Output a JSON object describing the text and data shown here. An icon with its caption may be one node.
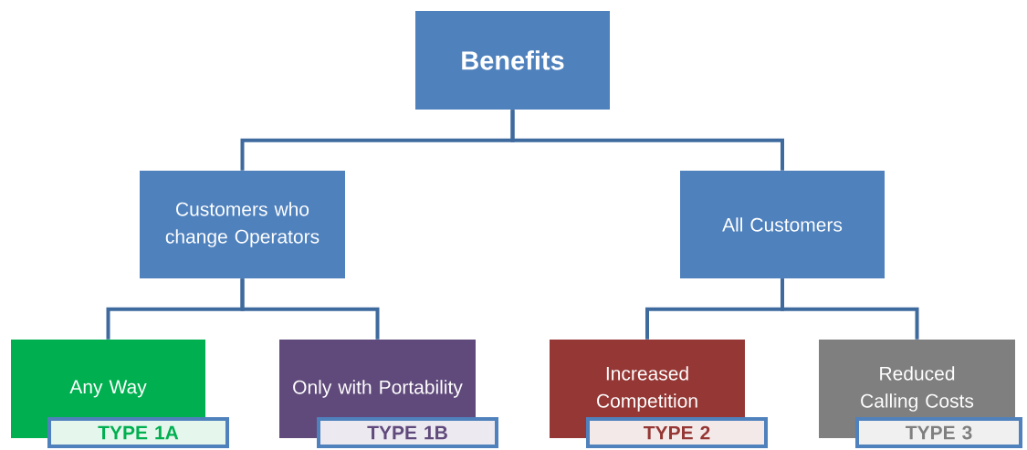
{
  "diagram": {
    "nodes": [
      {
        "text": [
          "Benefits"
        ]
      },
      {
        "text": [
          "Customers who change Operators"
        ]
      },
      {
        "text": [
          "All Customers"
        ]
      },
      {
        "text": [
          "Any Way"
        ]
      },
      {
        "text": [
          "TYPE 1A"
        ]
      },
      {
        "text": [
          "Only with Portability"
        ]
      },
      {
        "text": [
          "TYPE 1B"
        ]
      },
      {
        "text": [
          "Increased Competition"
        ]
      },
      {
        "text": [
          "TYPE 2"
        ]
      },
      {
        "text": [
          "Reduced Calling Costs"
        ]
      },
      {
        "text": [
          "TYPE 3"
        ]
      }
    ],
    "edges": [
      {
        "from": 0,
        "to": 1,
        "arrow": "none"
      },
      {
        "from": 0,
        "to": 2,
        "arrow": "none"
      },
      {
        "from": 1,
        "to": 3,
        "arrow": "none"
      },
      {
        "from": 1,
        "to": 5,
        "arrow": "none"
      },
      {
        "from": 2,
        "to": 7,
        "arrow": "none"
      },
      {
        "from": 2,
        "to": 9,
        "arrow": "none"
      }
    ]
  }
}
